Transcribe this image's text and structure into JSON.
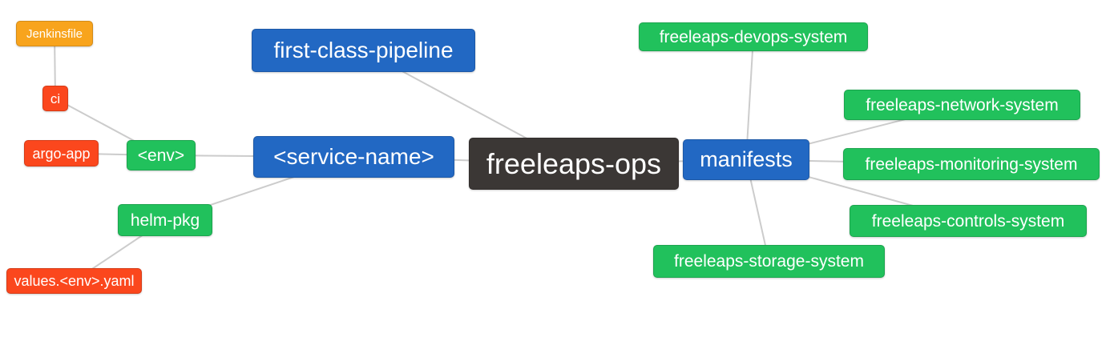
{
  "diagram": {
    "type": "mindmap",
    "root_label": "freeleaps-ops",
    "palette": {
      "blue": "#2268C3",
      "green": "#21C15C",
      "red": "#FB471D",
      "orange": "#F8A41D",
      "dark": "#3B3735",
      "edge": "#CCCCCC",
      "background": "#FFFFFF",
      "text": "#FFFFFF"
    },
    "nodes": [
      {
        "id": "jenkinsfile",
        "label": "Jenkinsfile",
        "color": "orange"
      },
      {
        "id": "ci",
        "label": "ci",
        "color": "red"
      },
      {
        "id": "argo-app",
        "label": "argo-app",
        "color": "red"
      },
      {
        "id": "env",
        "label": "<env>",
        "color": "green"
      },
      {
        "id": "service-name",
        "label": "<service-name>",
        "color": "blue"
      },
      {
        "id": "helm-pkg",
        "label": "helm-pkg",
        "color": "green"
      },
      {
        "id": "values-env-yaml",
        "label": "values.<env>.yaml",
        "color": "red"
      },
      {
        "id": "first-class-pipeline",
        "label": "first-class-pipeline",
        "color": "blue"
      },
      {
        "id": "freeleaps-ops",
        "label": "freeleaps-ops",
        "color": "dark"
      },
      {
        "id": "manifests",
        "label": "manifests",
        "color": "blue"
      },
      {
        "id": "devops-system",
        "label": "freeleaps-devops-system",
        "color": "green"
      },
      {
        "id": "network-system",
        "label": "freeleaps-network-system",
        "color": "green"
      },
      {
        "id": "monitoring-system",
        "label": "freeleaps-monitoring-system",
        "color": "green"
      },
      {
        "id": "controls-system",
        "label": "freeleaps-controls-system",
        "color": "green"
      },
      {
        "id": "storage-system",
        "label": "freeleaps-storage-system",
        "color": "green"
      }
    ],
    "edges": [
      {
        "from": "jenkinsfile",
        "to": "ci"
      },
      {
        "from": "ci",
        "to": "env"
      },
      {
        "from": "argo-app",
        "to": "env"
      },
      {
        "from": "env",
        "to": "service-name"
      },
      {
        "from": "helm-pkg",
        "to": "service-name"
      },
      {
        "from": "values-env-yaml",
        "to": "helm-pkg"
      },
      {
        "from": "service-name",
        "to": "freeleaps-ops"
      },
      {
        "from": "first-class-pipeline",
        "to": "freeleaps-ops"
      },
      {
        "from": "freeleaps-ops",
        "to": "manifests"
      },
      {
        "from": "manifests",
        "to": "devops-system"
      },
      {
        "from": "manifests",
        "to": "network-system"
      },
      {
        "from": "manifests",
        "to": "monitoring-system"
      },
      {
        "from": "manifests",
        "to": "controls-system"
      },
      {
        "from": "manifests",
        "to": "storage-system"
      }
    ]
  }
}
